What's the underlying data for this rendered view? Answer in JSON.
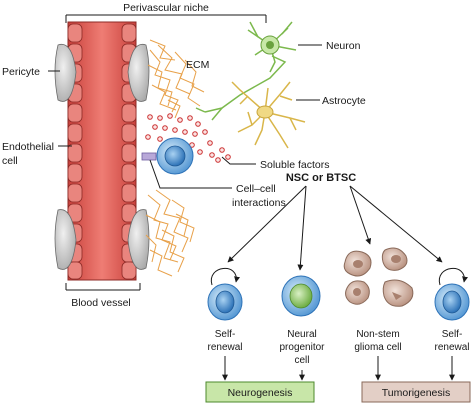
{
  "labels": {
    "perivascular_niche": "Perivascular niche",
    "ecm": "ECM",
    "neuron": "Neuron",
    "astrocyte": "Astrocyte",
    "pericyte": "Pericyte",
    "endothelial_line1": "Endothelial",
    "endothelial_line2": "cell",
    "soluble_factors": "Soluble factors",
    "nsc_or_btsc": "NSC or BTSC",
    "cell_cell_line1": "Cell–cell",
    "cell_cell_line2": "interactions",
    "blood_vessel": "Blood vessel",
    "self_renewal_left_line1": "Self-",
    "self_renewal_left_line2": "renewal",
    "neural_progenitor_line1": "Neural",
    "neural_progenitor_line2": "progenitor",
    "neural_progenitor_line3": "cell",
    "non_stem_line1": "Non-stem",
    "non_stem_line2": "glioma cell",
    "self_renewal_right_line1": "Self-",
    "self_renewal_right_line2": "renewal",
    "neurogenesis": "Neurogenesis",
    "tumorigenesis": "Tumorigenesis"
  },
  "colors": {
    "vessel_red": "#d9534f",
    "vessel_dark": "#a32f2b",
    "stem_cell_blue": "#7fb3e0",
    "progenitor_green": "#a7d08c",
    "glioma_tan": "#c9a898",
    "ecm_orange": "#e8a14a",
    "neuron_green": "#9ccf6e",
    "astrocyte_yellow": "#e6c45a",
    "soluble_red": "#cc3333",
    "neurogenesis_box": "#c8e6a8",
    "tumorigenesis_box": "#e3cfc6",
    "pericyte_gray": "#c8c8c8"
  }
}
